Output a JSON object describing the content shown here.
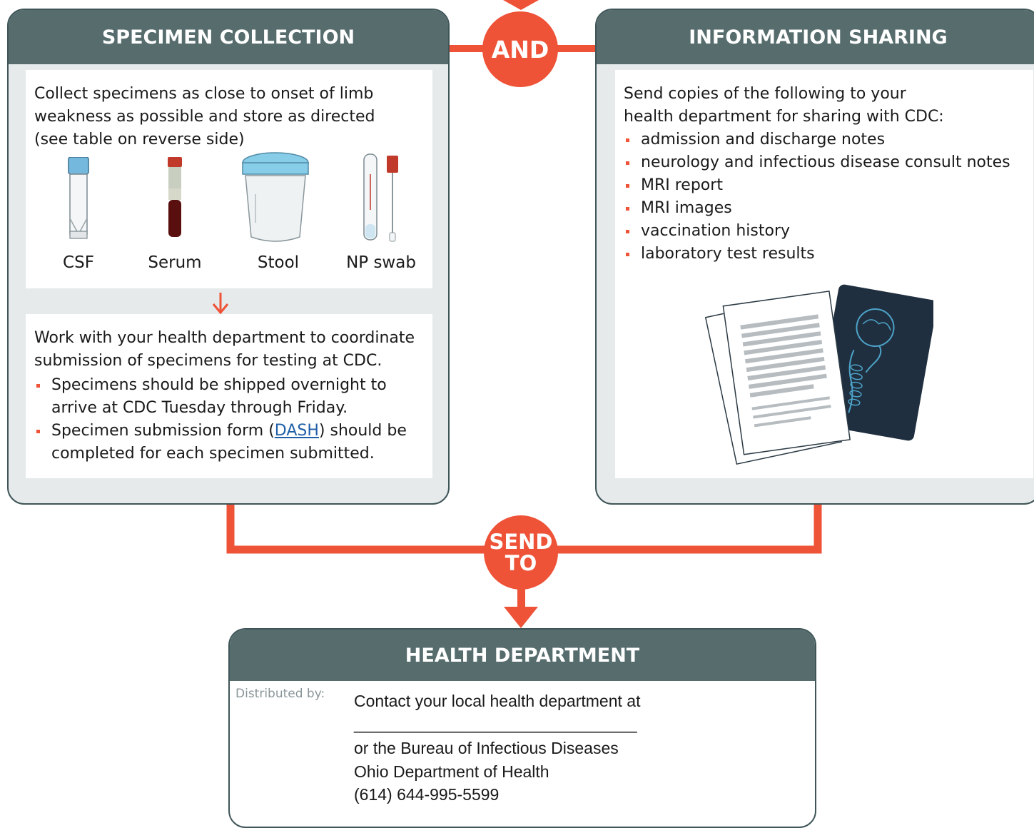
{
  "connector_and": "AND",
  "connector_send": [
    "SEND",
    "TO"
  ],
  "specimen": {
    "title": "SPECIMEN COLLECTION",
    "intro": "Collect specimens as close to onset of limb weakness as possible and store as directed (see table on reverse side)",
    "items": [
      "CSF",
      "Serum",
      "Stool",
      "NP swab"
    ],
    "coordinate_intro": "Work with your health department to coordinate submission of specimens for testing at CDC.",
    "bullet1": "Specimens should be shipped overnight to arrive at CDC Tuesday through Friday.",
    "bullet2_pre": "Specimen submission form (",
    "bullet2_link": "DASH",
    "bullet2_post": ") should be completed for each specimen submitted."
  },
  "info": {
    "title": "INFORMATION SHARING",
    "intro": "Send copies of the following to your health department for sharing with CDC:",
    "bullets": [
      "admission and discharge notes",
      "neurology and infectious disease consult notes",
      "MRI report",
      "MRI images",
      "vaccination history",
      "laboratory test results"
    ]
  },
  "health_dept": {
    "title": "HEALTH DEPARTMENT",
    "distributed_label": "Distributed by:",
    "line1": "Contact your local health department at",
    "blank": "_______________________________",
    "line2": "or the Bureau of Infectious Diseases",
    "line3": "Ohio Department of Health",
    "line4": "(614) 644-995-5599"
  },
  "colors": {
    "accent": "#ee5237",
    "header": "#566c6d",
    "panel_bg": "#e6eaeb",
    "link": "#1f5fa8"
  }
}
